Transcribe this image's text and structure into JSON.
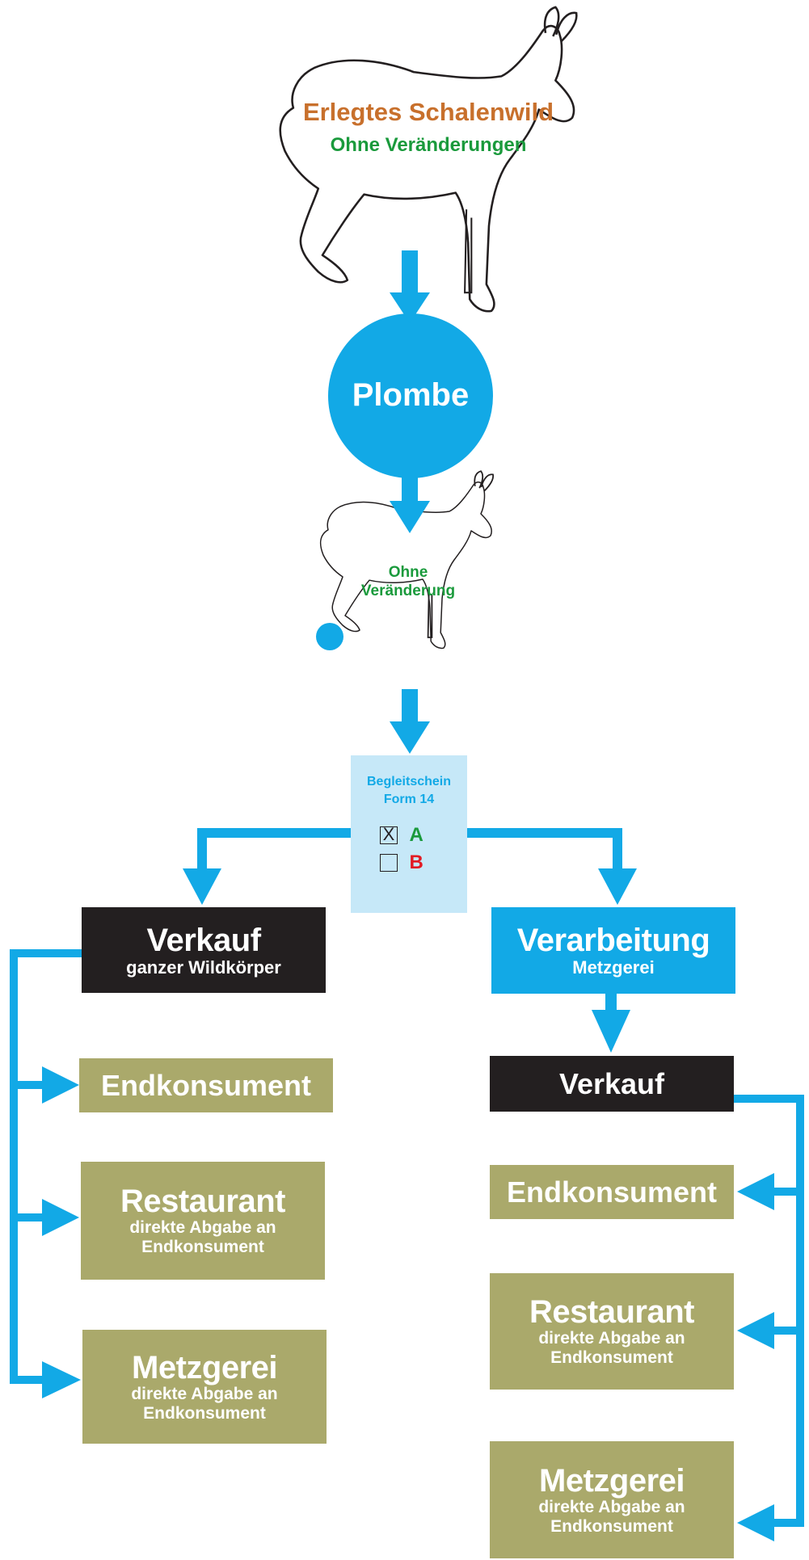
{
  "top_animal": {
    "title": "Erlegtes Schalenwild",
    "subtitle": "Ohne Veränderungen"
  },
  "seal": {
    "label": "Plombe"
  },
  "small_animal": {
    "line1": "Ohne",
    "line2": "Veränderung"
  },
  "form": {
    "line1": "Begleitschein",
    "line2": "Form 14",
    "option_a": {
      "mark": "X",
      "label": "A"
    },
    "option_b": {
      "mark": "",
      "label": "B"
    }
  },
  "left_branch": {
    "title": "Verkauf",
    "subtitle": "ganzer Wildkörper",
    "items": [
      {
        "title": "Endkonsument"
      },
      {
        "title": "Restaurant",
        "line1": "direkte Abgabe an",
        "line2": "Endkonsument"
      },
      {
        "title": "Metzgerei",
        "line1": "direkte Abgabe an",
        "line2": "Endkonsument"
      }
    ]
  },
  "right_branch": {
    "title": "Verarbeitung",
    "subtitle": "Metzgerei",
    "sale": "Verkauf",
    "items": [
      {
        "title": "Endkonsument"
      },
      {
        "title": "Restaurant",
        "line1": "direkte Abgabe an",
        "line2": "Endkonsument"
      },
      {
        "title": "Metzgerei",
        "line1": "direkte Abgabe an",
        "line2": "Endkonsument"
      }
    ]
  },
  "colors": {
    "cyan": "#12a9e6",
    "black": "#231f20",
    "olive": "#aaa96b",
    "light_blue": "#c6e8f8",
    "orange": "#c8702c",
    "green": "#1a9a3c",
    "red": "#e21b24"
  }
}
